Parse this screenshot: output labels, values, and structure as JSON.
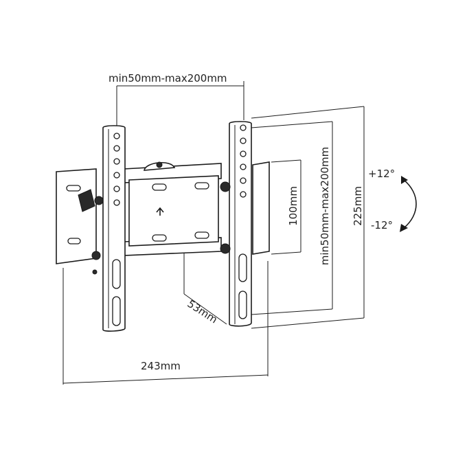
{
  "dimensions": {
    "vesa_width": "min50mm-max200mm",
    "vesa_height": "min50mm-max200mm",
    "inner_height": "100mm",
    "total_height": "225mm",
    "total_width": "243mm",
    "depth": "53mm"
  },
  "tilt": {
    "up": "+12°",
    "down": "-12°"
  },
  "line_color": "#1a1a1a"
}
